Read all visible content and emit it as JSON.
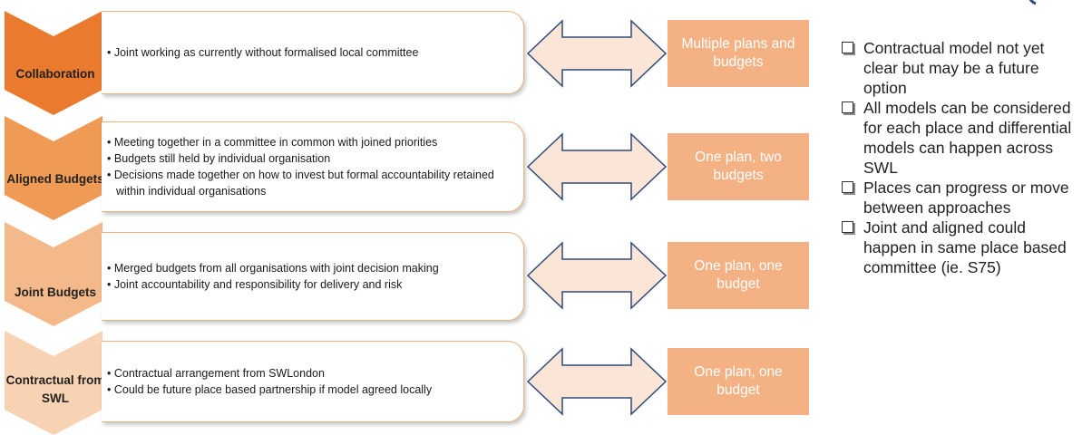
{
  "models": [
    {
      "label": "Collaboration",
      "points": [
        "Joint working as currently without formalised local committee"
      ],
      "plan": "Multiple plans and budgets",
      "chevron_color": "#e97a2e"
    },
    {
      "label": "Aligned Budgets",
      "points": [
        "Meeting together in a committee in common with joined priorities",
        "Budgets still held by individual organisation",
        "Decisions made together on how to invest but formal accountability retained within individual organisations"
      ],
      "plan": "One plan, two budgets",
      "chevron_color": "#ef9a55"
    },
    {
      "label": "Joint Budgets",
      "points": [
        "Merged budgets from all organisations with joint decision making",
        "Joint accountability and responsibility for delivery and risk"
      ],
      "plan": "One plan, one budget",
      "chevron_color": "#f4b98a"
    },
    {
      "label": "Contractual from SWL",
      "points": [
        "Contractual arrangement from SWLondon",
        "Could be future place based partnership if model agreed locally"
      ],
      "plan": "One plan, one budget",
      "chevron_color": "#f7d2b3"
    }
  ],
  "notes": [
    "Contractual model not yet clear but may be a future option",
    "All models can be considered for each place and differential models can happen across SWL",
    "Places can progress or move between approaches",
    "Joint and aligned could happen in same place based committee (ie. S75)"
  ],
  "icons": {
    "note_bullet": "checkbox-icon",
    "arrow": "double-arrow-icon"
  },
  "colors": {
    "plan_box": "#f4b183",
    "arrow_fill": "#fbe5d6",
    "arrow_stroke": "#2e4a7a",
    "box_border": "#f0b27f"
  }
}
